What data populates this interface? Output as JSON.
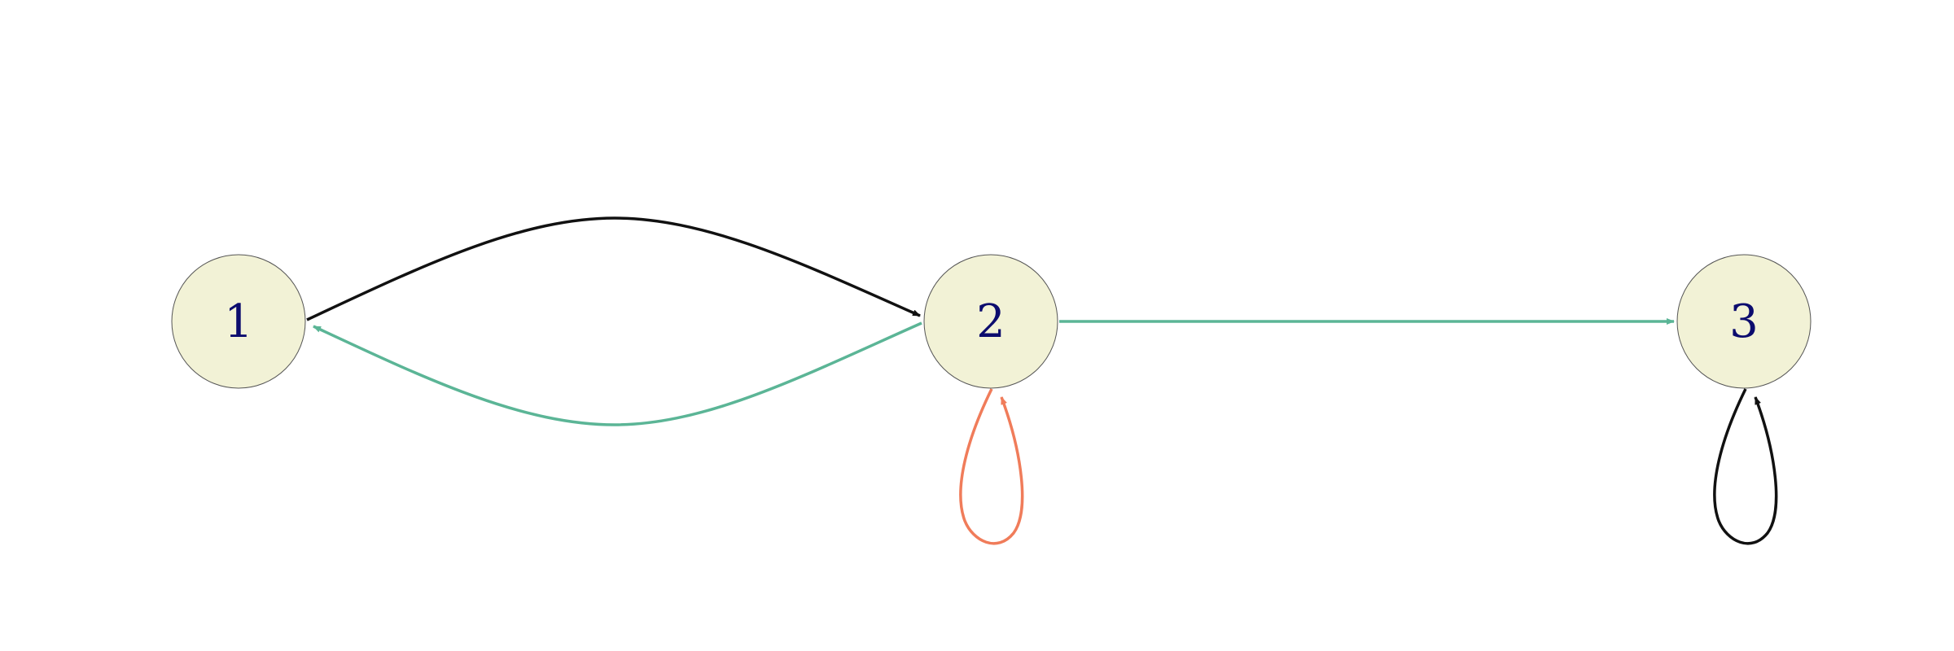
{
  "colors": {
    "node_fill": "#f2f2d6",
    "node_stroke": "#555555",
    "label": "#0c0c6e",
    "edge_black": "#111111",
    "edge_green": "#5bb596",
    "edge_orange": "#f07c5a"
  },
  "nodes": [
    {
      "id": "1",
      "label": "1"
    },
    {
      "id": "2",
      "label": "2"
    },
    {
      "id": "3",
      "label": "3"
    }
  ],
  "edges": [
    {
      "from": "1",
      "to": "2",
      "color": "black"
    },
    {
      "from": "2",
      "to": "1",
      "color": "green"
    },
    {
      "from": "2",
      "to": "3",
      "color": "green"
    },
    {
      "from": "2",
      "to": "2",
      "color": "orange"
    },
    {
      "from": "3",
      "to": "3",
      "color": "black"
    }
  ]
}
